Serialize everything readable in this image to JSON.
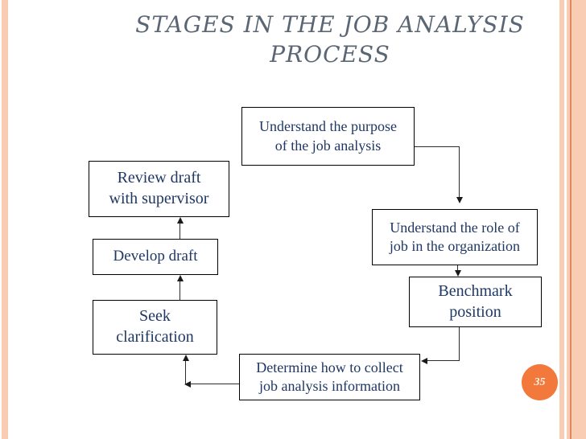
{
  "slide": {
    "title": "STAGES IN THE JOB ANALYSIS\nPROCESS",
    "page_number": "35"
  },
  "colors": {
    "title_text": "#5a6673",
    "node_text": "#1f3864",
    "node_border": "#000000",
    "connector": "#2b2b2b",
    "stripe_peach": "#f9cdb4",
    "stripe_orange": "#dd8a5d",
    "page_badge": "#f2793b",
    "page_badge_text": "#fdf3e7"
  },
  "flowchart": {
    "nodes": [
      {
        "id": "understand-purpose",
        "label": "Understand the purpose\nof the job analysis"
      },
      {
        "id": "understand-role",
        "label": "Understand the role of\njob in the organization"
      },
      {
        "id": "benchmark-position",
        "label": "Benchmark\nposition"
      },
      {
        "id": "determine-collect",
        "label": "Determine how to collect\njob analysis information"
      },
      {
        "id": "seek-clarification",
        "label": "Seek\nclarification"
      },
      {
        "id": "develop-draft",
        "label": "Develop draft"
      },
      {
        "id": "review-draft",
        "label": "Review draft\nwith supervisor"
      }
    ],
    "edges": [
      {
        "from": "understand-purpose",
        "to": "understand-role",
        "direction": "down"
      },
      {
        "from": "understand-role",
        "to": "benchmark-position",
        "direction": "down"
      },
      {
        "from": "benchmark-position",
        "to": "determine-collect",
        "direction": "left"
      },
      {
        "from": "determine-collect",
        "to": "seek-clarification",
        "direction": "up"
      },
      {
        "from": "seek-clarification",
        "to": "develop-draft",
        "direction": "up"
      },
      {
        "from": "develop-draft",
        "to": "review-draft",
        "direction": "up"
      }
    ]
  }
}
